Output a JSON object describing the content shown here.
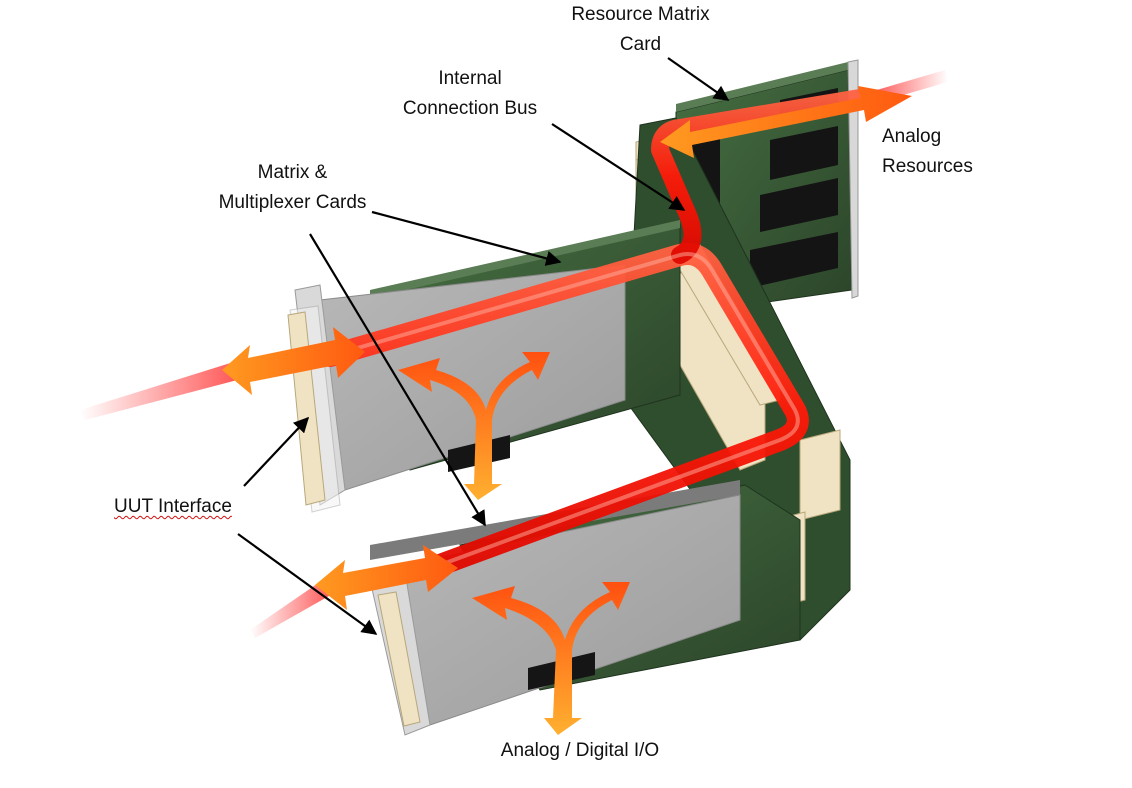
{
  "labels": {
    "resource_matrix_card": [
      "Resource Matrix",
      "Card"
    ],
    "internal_connection_bus": [
      "Internal",
      "Connection Bus"
    ],
    "analog_resources": [
      "Analog",
      "Resources"
    ],
    "matrix_multiplexer_cards": [
      "Matrix &",
      "Multiplexer Cards"
    ],
    "uut_interface": "UUT Interface",
    "analog_digital_io": "Analog / Digital I/O"
  },
  "colors": {
    "pcb_green": "#2e4a2e",
    "pcb_green_light": "#3f6a3c",
    "shield_grey": "#a9a9a9",
    "connector_cream": "#efe3c4",
    "chip_black": "#151515",
    "bus_red": "#ff2a10",
    "arrow_orange": "#ff7a10"
  }
}
